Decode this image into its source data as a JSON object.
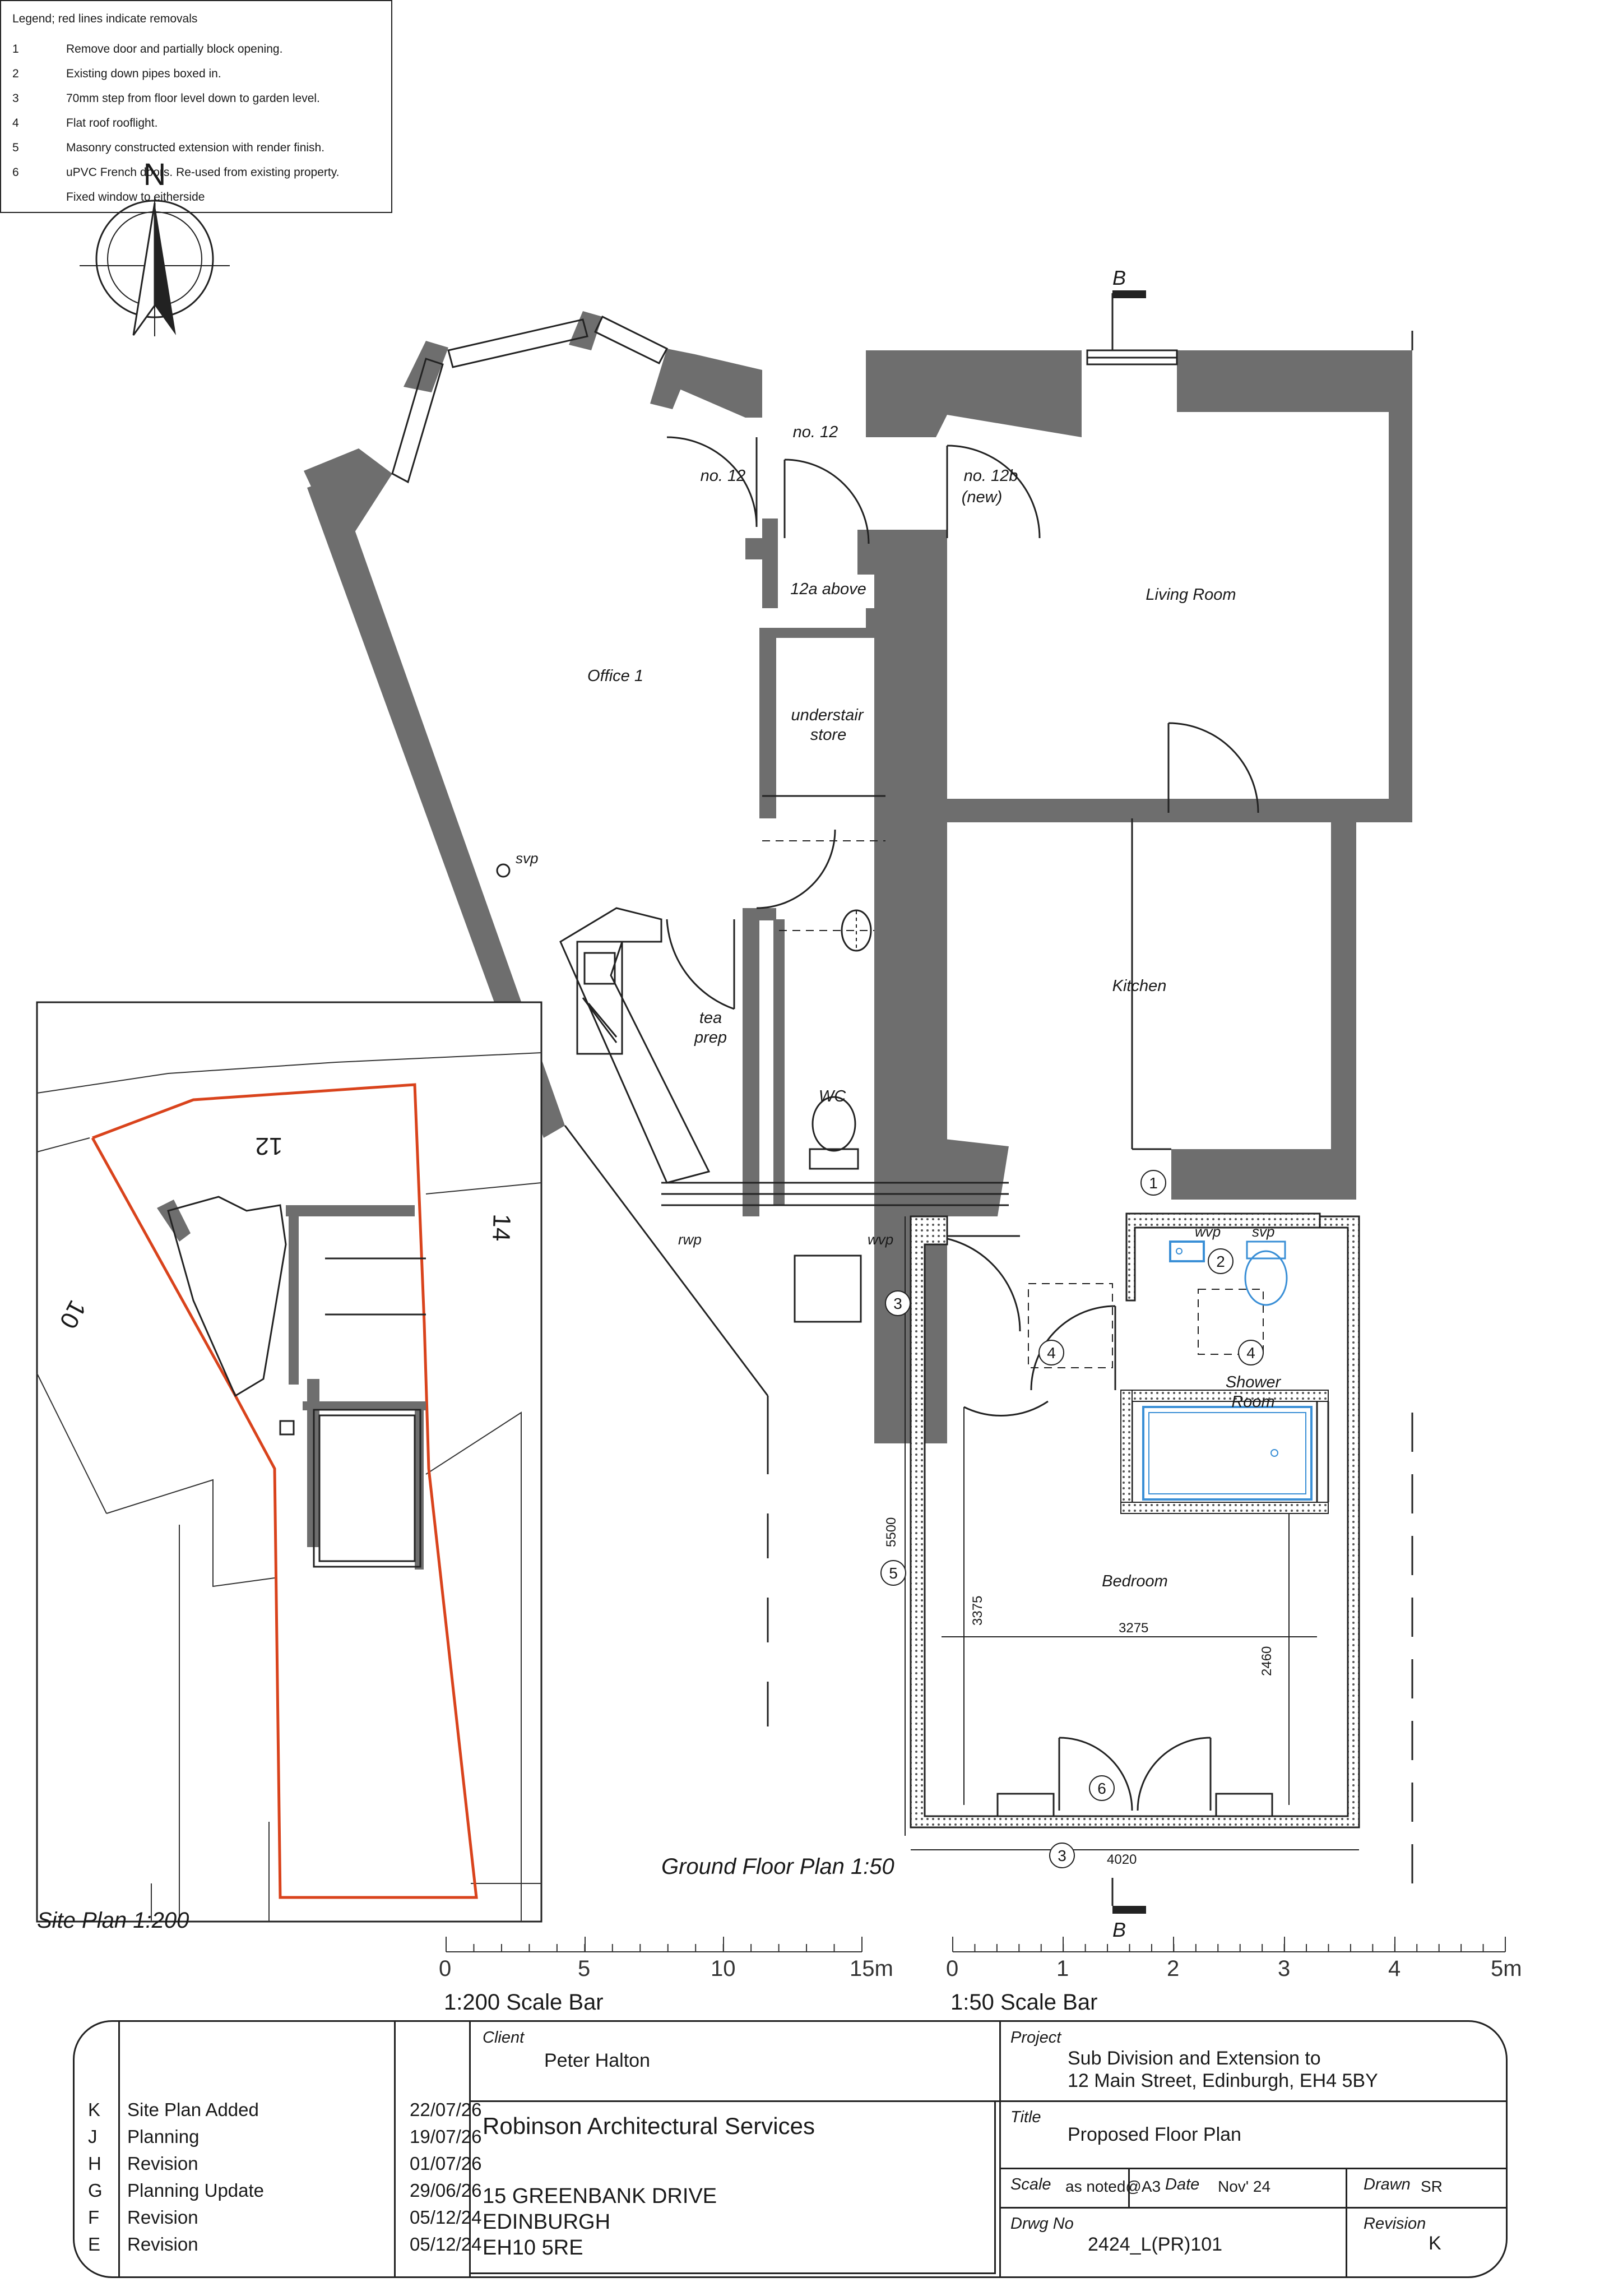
{
  "north": {
    "letter": "N"
  },
  "legend": {
    "title": "Legend; red lines indicate removals",
    "items": [
      {
        "num": "1",
        "text": "Remove door and partially block opening."
      },
      {
        "num": "2",
        "text": "Existing down pipes boxed in."
      },
      {
        "num": "3",
        "text": "70mm step from floor level down to garden level."
      },
      {
        "num": "4",
        "text": "Flat roof rooflight."
      },
      {
        "num": "5",
        "text": "Masonry constructed extension with render finish."
      },
      {
        "num": "6",
        "text": "uPVC French doors. Re-used from existing property."
      },
      {
        "num": "",
        "text": "Fixed window to eitherside"
      }
    ]
  },
  "rooms": {
    "office": "Office 1",
    "no12_entry": "no. 12",
    "no12_hall": "no. 12",
    "no12b_line1": "no. 12b",
    "no12b_line2": "(new)",
    "above": "12a above",
    "store_line1": "understair",
    "store_line2": "store",
    "living": "Living Room",
    "kitchen": "Kitchen",
    "tea_line1": "tea",
    "tea_line2": "prep",
    "wc": "WC",
    "shower_line1": "Shower",
    "shower_line2": "Room",
    "bedroom": "Bedroom"
  },
  "labels": {
    "svp_office": "svp",
    "svp_shower": "svp",
    "rwp": "rwp",
    "wvp_wc": "wvp",
    "wvp_shower": "wvp",
    "section_top": "B",
    "section_bottom": "B"
  },
  "callouts": [
    "1",
    "2",
    "3",
    "4",
    "4",
    "5",
    "6",
    "3"
  ],
  "dimensions": {
    "ext_length": "5500",
    "bed_depth": "3375",
    "bed_width": "3275",
    "side_length": "2460",
    "ext_width": "4020"
  },
  "site_plan": {
    "plot_12": "12",
    "plot_14": "14",
    "plot_10": "10",
    "caption": "Site Plan 1:200",
    "boundary_color": "#d9431c"
  },
  "ground_caption": "Ground Floor Plan 1:50",
  "scale_200": {
    "ticks": [
      "0",
      "5",
      "10",
      "15m"
    ],
    "title": "1:200 Scale Bar"
  },
  "scale_50": {
    "ticks": [
      "0",
      "1",
      "2",
      "3",
      "4",
      "5m"
    ],
    "title": "1:50 Scale Bar"
  },
  "revisions": [
    {
      "code": "K",
      "desc": "Site Plan Added",
      "date": "22/07/26"
    },
    {
      "code": "J",
      "desc": "Planning",
      "date": "19/07/26"
    },
    {
      "code": "H",
      "desc": "Revision",
      "date": "01/07/26"
    },
    {
      "code": "G",
      "desc": "Planning Update",
      "date": "29/06/26"
    },
    {
      "code": "F",
      "desc": "Revision",
      "date": "05/12/24"
    },
    {
      "code": "E",
      "desc": "Revision",
      "date": "05/12/24"
    }
  ],
  "titleblock": {
    "client_label": "Client",
    "client": "Peter Halton",
    "firm": "Robinson Architectural Services",
    "addr1": "15 GREENBANK DRIVE",
    "addr2": "EDINBURGH",
    "addr3": "EH10 5RE",
    "project_label": "Project",
    "project_line1": "Sub Division and Extension to",
    "project_line2": "12 Main Street, Edinburgh, EH4 5BY",
    "title_label": "Title",
    "title": "Proposed Floor Plan",
    "scale_label": "Scale",
    "scale": "as noted@A3",
    "date_label": "Date",
    "date": "Nov' 24",
    "drawn_label": "Drawn",
    "drawn": "SR",
    "drwg_label": "Drwg No",
    "drwg": "2424_L(PR)101",
    "revision_label": "Revision",
    "revision": "K"
  },
  "colors": {
    "wall": "#6e6e6e",
    "fixture": "#3a8fd6",
    "boundary": "#d9431c"
  }
}
